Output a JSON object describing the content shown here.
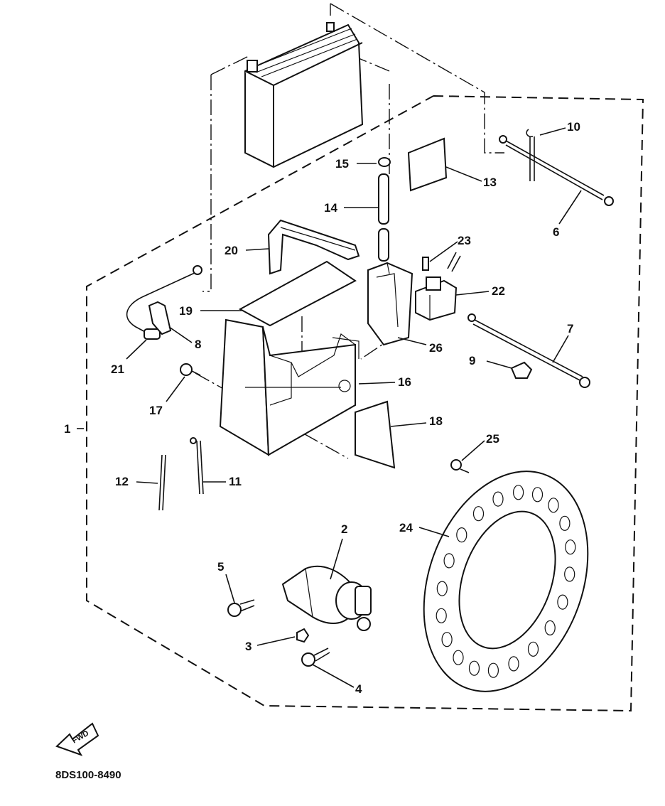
{
  "diagram": {
    "drawing_code": "8DS100-8490",
    "fwd_label": "FWD",
    "callouts": [
      "1",
      "2",
      "3",
      "4",
      "5",
      "6",
      "7",
      "8",
      "9",
      "10",
      "11",
      "12",
      "13",
      "14",
      "15",
      "16",
      "17",
      "18",
      "19",
      "20",
      "21",
      "22",
      "23",
      "24",
      "25",
      "26"
    ]
  }
}
